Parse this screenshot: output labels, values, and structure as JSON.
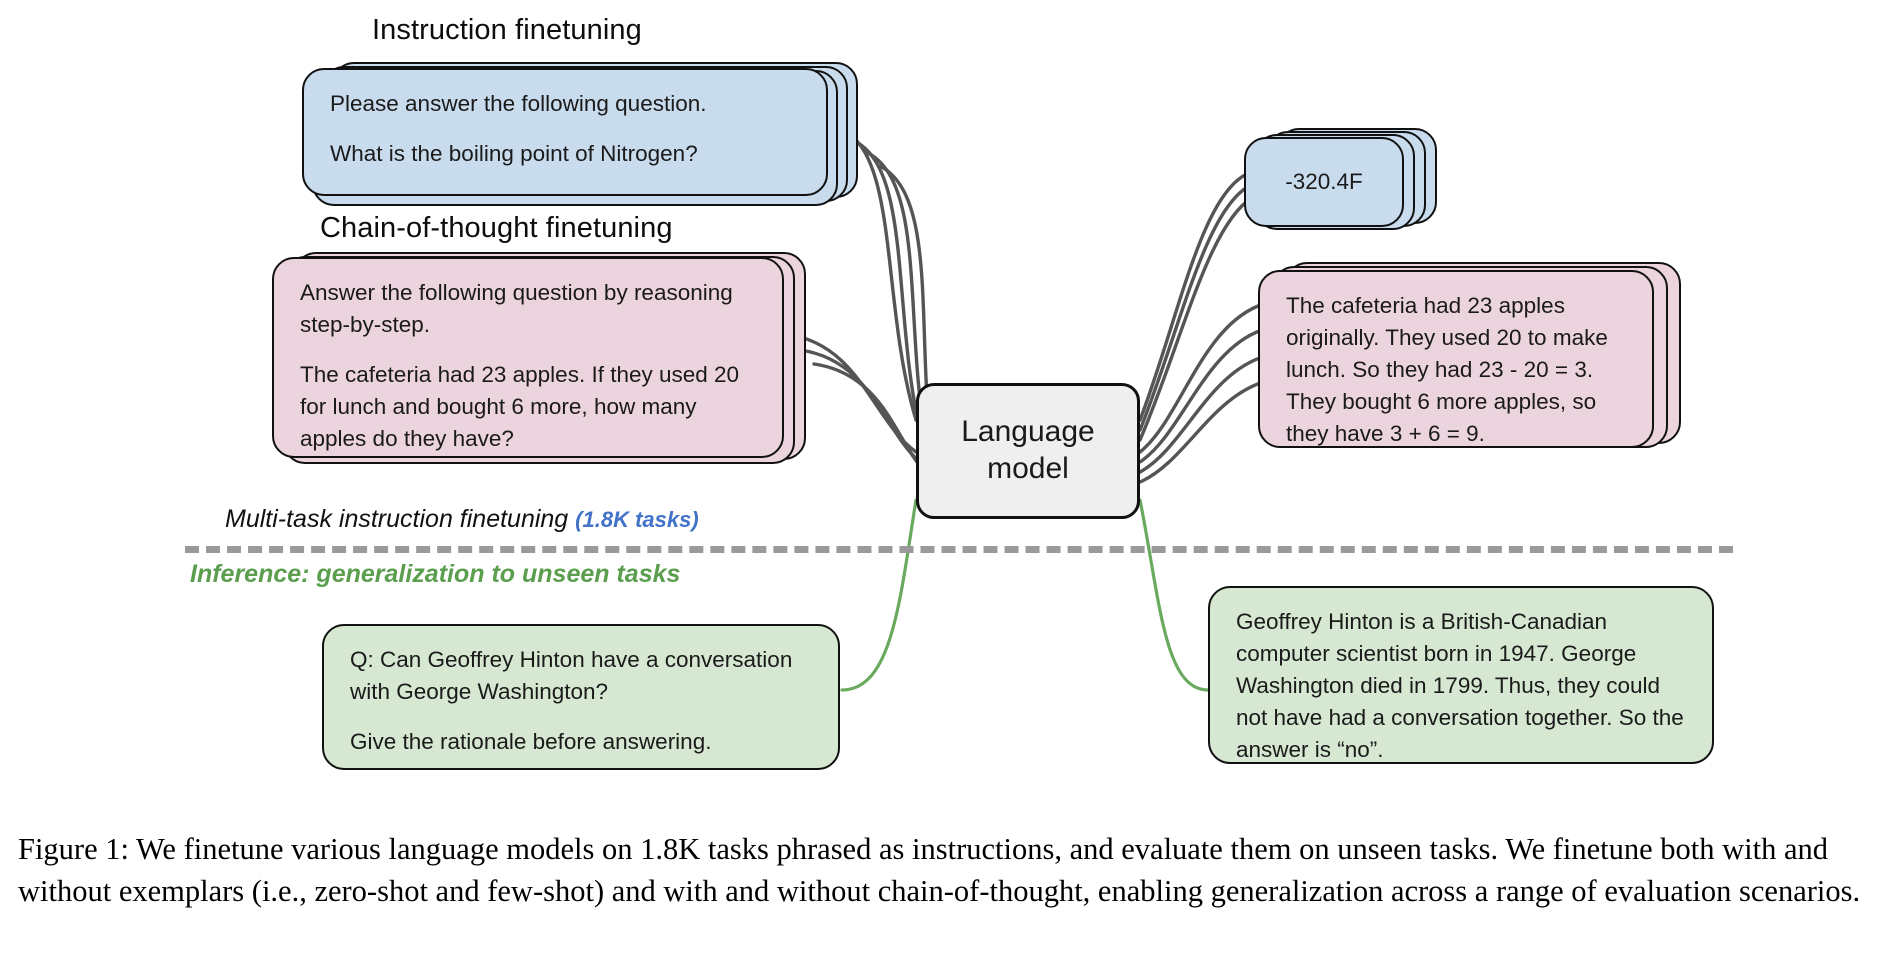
{
  "figure": {
    "sections": {
      "instruction_finetuning_title": "Instruction finetuning",
      "chain_of_thought_title": "Chain-of-thought finetuning",
      "multitask_label": "Multi-task instruction finetuning",
      "multitask_count": "(1.8K tasks)",
      "inference_label": "Inference: generalization to unseen tasks"
    },
    "model": {
      "line1": "Language",
      "line2": "model"
    },
    "inputs": {
      "instruction": {
        "paragraphs": [
          "Please answer the following question.",
          "What is the boiling point of Nitrogen?"
        ],
        "color": "#c9dcee",
        "stack_count": 4
      },
      "chain_of_thought": {
        "paragraphs": [
          "Answer the following question by reasoning step-by-step.",
          "The cafeteria had 23 apples. If they used 20 for lunch and bought 6 more, how many apples do they have?"
        ],
        "color": "#ecd4de",
        "stack_count": 3
      },
      "inference": {
        "paragraphs": [
          "Q: Can Geoffrey Hinton have a conversation with George Washington?",
          "Give the rationale before answering."
        ],
        "color": "#d6e8d2",
        "stack_count": 1
      }
    },
    "outputs": {
      "instruction": {
        "paragraphs": [
          "-320.4F"
        ],
        "color": "#c9dcee",
        "stack_count": 4
      },
      "chain_of_thought": {
        "paragraphs": [
          "The cafeteria had 23 apples originally. They used 20 to make lunch. So they had 23 - 20 = 3. They bought 6 more apples, so they have 3 + 6 = 9."
        ],
        "color": "#ecd4de",
        "stack_count": 3
      },
      "inference": {
        "paragraphs": [
          "Geoffrey Hinton is a British-Canadian computer scientist born in 1947. George Washington died in 1799. Thus, they could not have had a conversation together. So the answer is “no”."
        ],
        "color": "#d6e8d2",
        "stack_count": 1
      }
    },
    "colors": {
      "divider": "#9a9a9a",
      "wire_finetune": "#555555",
      "wire_inference": "#6aaa5e",
      "accent_blue_text": "#4273c8",
      "accent_green_text": "#5a9e4e"
    }
  },
  "caption": {
    "label": "Figure 1:",
    "text": " We finetune various language models on 1.8K tasks phrased as instructions, and evaluate them on unseen tasks. We finetune both with and without exemplars (i.e., zero-shot and few-shot) and with and without chain-of-thought, enabling generalization across a range of evaluation scenarios."
  }
}
